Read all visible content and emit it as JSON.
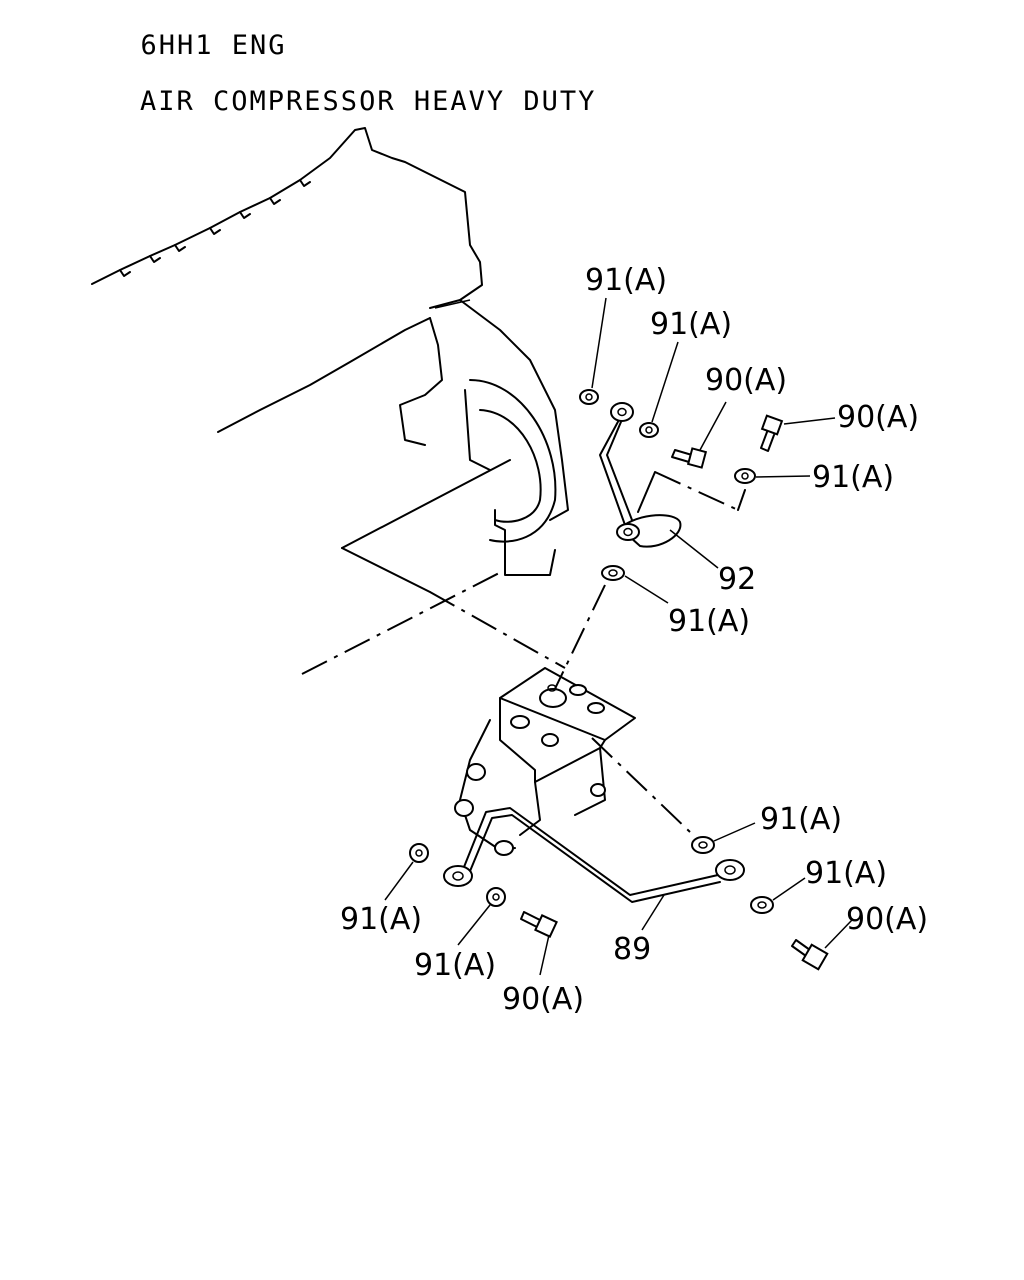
{
  "header": {
    "line1": "6HH1 ENG",
    "line2": "AIR COMPRESSOR HEAVY DUTY"
  },
  "callouts": {
    "c1": "91(A)",
    "c2": "91(A)",
    "c3": "90(A)",
    "c4": "90(A)",
    "c5": "91(A)",
    "c6": "92",
    "c7": "91(A)",
    "c8": "91(A)",
    "c9": "91(A)",
    "c10": "90(A)",
    "c11": "91(A)",
    "c12": "91(A)",
    "c13": "90(A)",
    "c14": "89"
  }
}
